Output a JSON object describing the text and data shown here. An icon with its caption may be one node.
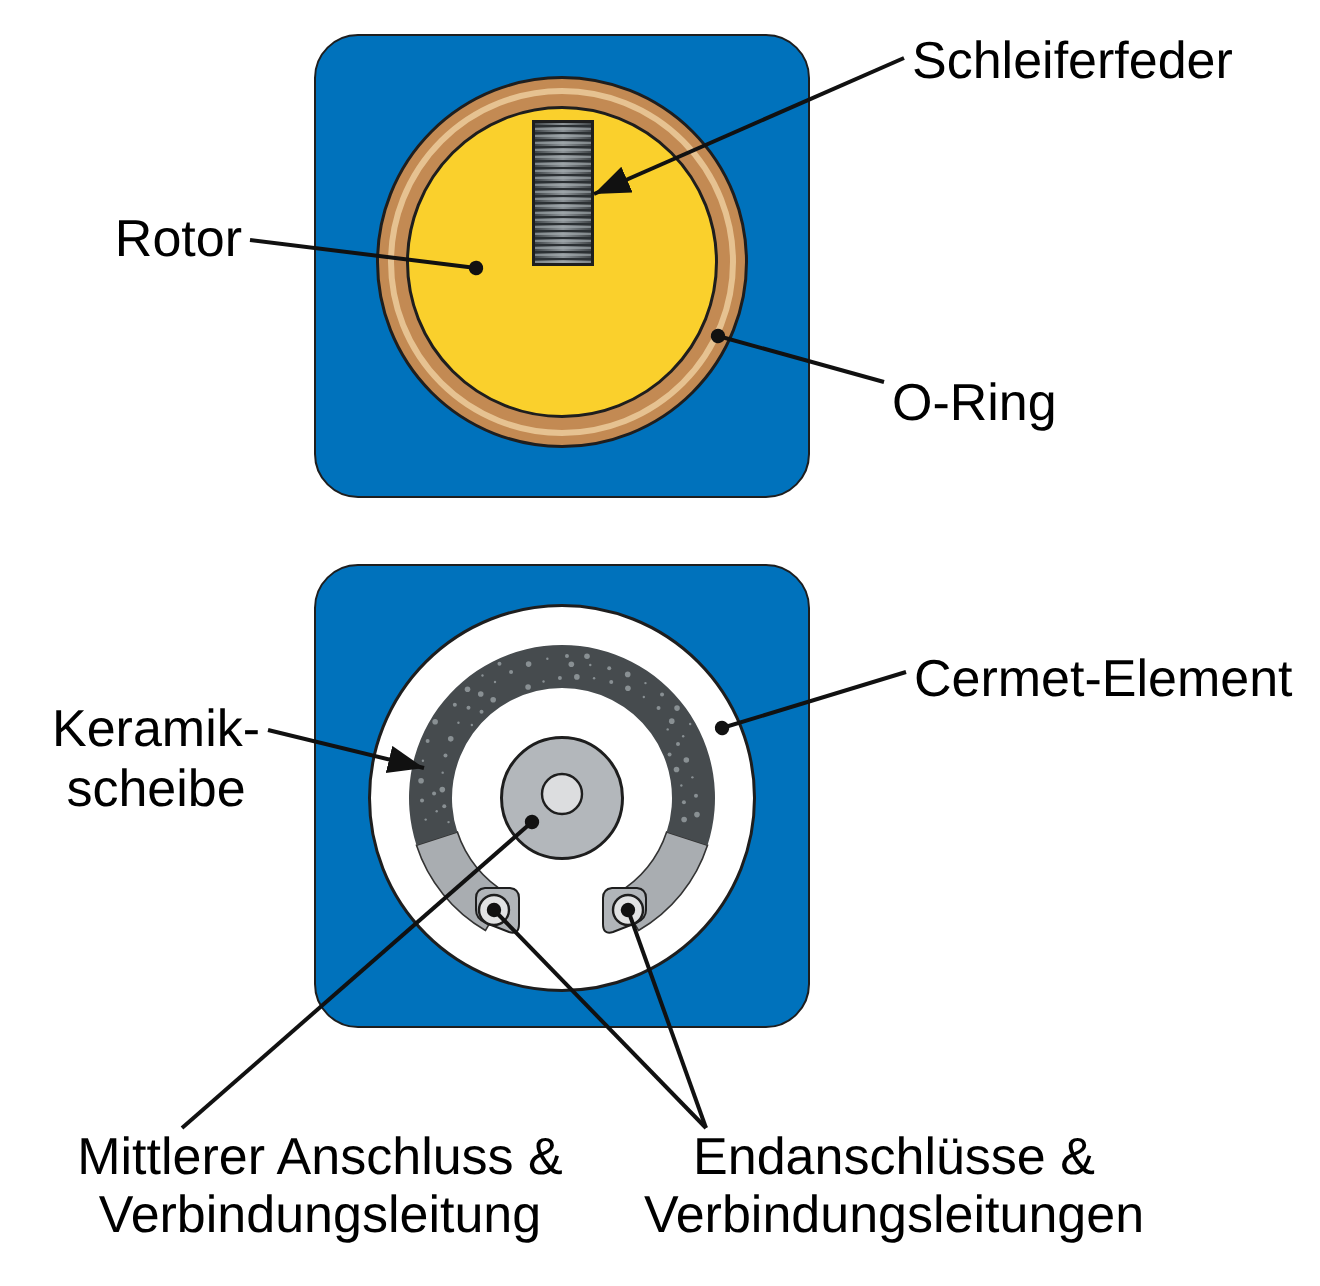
{
  "diagram": {
    "nodes": [
      {
        "text": [
          "Schleiferfeder"
        ]
      },
      {
        "text": [
          "Rotor"
        ]
      },
      {
        "text": [
          "O-Ring"
        ]
      },
      {
        "text": [
          "Cermet-Element"
        ]
      },
      {
        "text": [
          "Keramik- scheibe"
        ]
      },
      {
        "text": [
          "Mittlerer Anschluss & Verbindungsleitung"
        ]
      },
      {
        "text": [
          "Endanschlüsse & Verbindungsleitungen"
        ]
      },
      {
        "text": [],
        "shape": "ring"
      },
      {
        "text": [],
        "shape": "circle",
        "in": 7
      },
      {
        "text": [],
        "shape": "box",
        "in": 8
      },
      {
        "text": [],
        "shape": "circle"
      },
      {
        "text": [],
        "shape": "arc",
        "in": 10
      },
      {
        "text": [],
        "shape": "circle",
        "in": 10
      },
      {
        "text": [],
        "shape": "tab",
        "in": 10
      },
      {
        "text": [],
        "shape": "tab",
        "in": 10
      }
    ],
    "edges": [
      {
        "from": 0,
        "to": 9,
        "arrow": "to"
      },
      {
        "from": 1,
        "to": 8,
        "arrow": "other"
      },
      {
        "from": 2,
        "to": 7,
        "arrow": "other"
      },
      {
        "from": 3,
        "to": 10,
        "arrow": "other"
      },
      {
        "from": 4,
        "to": 11,
        "arrow": "to"
      },
      {
        "from": 5,
        "to": 12,
        "arrow": "other"
      },
      {
        "from": 6,
        "to": 13,
        "arrow": "other"
      },
      {
        "from": 6,
        "to": 14,
        "arrow": "other"
      }
    ]
  }
}
